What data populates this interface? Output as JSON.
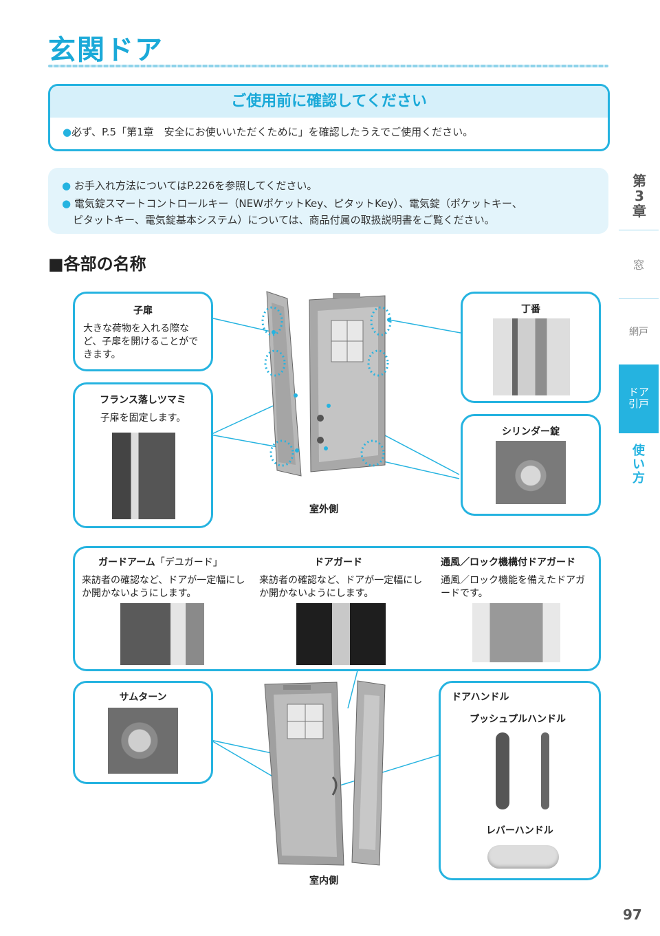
{
  "title": "玄関ドア",
  "notice": {
    "heading": "ご使用前に確認してください",
    "text": "必ず、P.5「第1章　安全にお使いいただくために」を確認したうえでご使用ください。"
  },
  "info": {
    "line1": "お手入れ方法についてはP.226を参照してください。",
    "line2": "電気錠スマートコントロールキー（NEWポケットKey、ピタットKey）、電気錠（ポケットキー、",
    "line3": "ピタットキー、電気錠基本システム）については、商品付属の取扱説明書をご覧ください。"
  },
  "sidebar": {
    "chapter": [
      "第",
      "3",
      "章"
    ],
    "items": [
      {
        "label": "窓"
      },
      {
        "label": "網戸"
      },
      {
        "label": "ドア\n引戸"
      },
      {
        "label": "使\nい\n方"
      }
    ]
  },
  "section_title": "■各部の名称",
  "outside": {
    "caption": "室外側",
    "kotobira": {
      "title": "子扉",
      "text": "大きな荷物を入れる際など、子扉を開けることができます。"
    },
    "france": {
      "title": "フランス落しツマミ",
      "text": "子扉を固定します。"
    },
    "chouban": {
      "title": "丁番"
    },
    "cylinder": {
      "title": "シリンダー錠"
    }
  },
  "guards": [
    {
      "title": "ガードアーム",
      "sub": "「デユガード」",
      "text": "来訪者の確認など、ドアが一定幅にしか開かないようにします。"
    },
    {
      "title": "ドアガード",
      "sub": "",
      "text": "来訪者の確認など、ドアが一定幅にしか開かないようにします。"
    },
    {
      "title": "通風／ロック機構付ドアガード",
      "sub": "",
      "text": "通風／ロック機能を備えたドアガードです。"
    }
  ],
  "inside": {
    "caption": "室内側",
    "thumbturn": {
      "title": "サムターン"
    },
    "handle": {
      "title": "ドアハンドル",
      "push_pull": "プッシュプルハンドル",
      "lever": "レバーハンドル"
    }
  },
  "page_number": "97",
  "colors": {
    "accent": "#25b3e0",
    "accent_light": "#e3f4fb",
    "sidebar_active": "#25b3e0"
  }
}
